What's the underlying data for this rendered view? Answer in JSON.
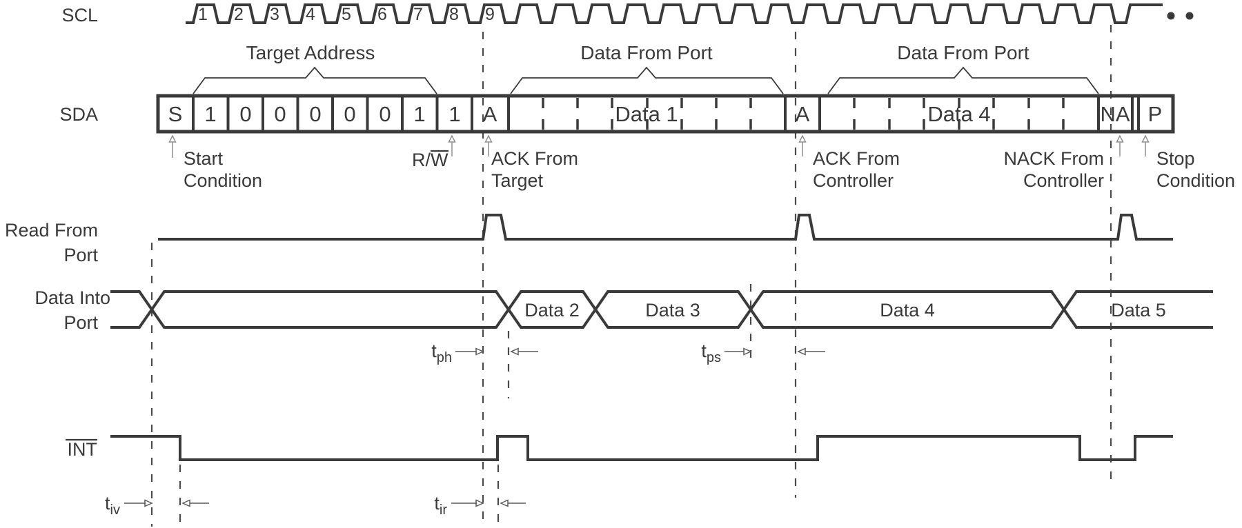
{
  "colors": {
    "line": "#3a3a3a",
    "text": "#3a3a3a",
    "dashed_guide": "#4a4a4a",
    "pointer_arrow": "#8f8f8f",
    "background": "#ffffff"
  },
  "signals": {
    "scl": {
      "label": "SCL",
      "clock_numbers": [
        "1",
        "2",
        "3",
        "4",
        "5",
        "6",
        "7",
        "8",
        "9"
      ],
      "continuation": "two-dots"
    },
    "sda": {
      "label": "SDA",
      "cells": [
        "S",
        "1",
        "0",
        "0",
        "0",
        "0",
        "0",
        "1",
        "1",
        "A",
        "Data 1",
        "A",
        "Data 4",
        "NA",
        "P"
      ]
    },
    "read_from_port": {
      "label_line1": "Read From",
      "label_line2": "Port"
    },
    "data_into_port": {
      "label_line1": "Data Into",
      "label_line2": "Port",
      "segments": [
        "Data 2",
        "Data 3",
        "Data 4",
        "Data 5"
      ]
    },
    "int": {
      "label": "INT"
    }
  },
  "braces": {
    "target_address": "Target Address",
    "data_from_port_1": "Data From Port",
    "data_from_port_2": "Data From Port"
  },
  "annotations": {
    "start_condition_line1": "Start",
    "start_condition_line2": "Condition",
    "rw_label": "R/W",
    "ack_from_target_line1": "ACK From",
    "ack_from_target_line2": "Target",
    "ack_from_controller_line1": "ACK From",
    "ack_from_controller_line2": "Controller",
    "nack_from_controller_line1": "NACK From",
    "nack_from_controller_line2": "Controller",
    "stop_condition_line1": "Stop",
    "stop_condition_line2": "Condition"
  },
  "timing_markers": {
    "tph": {
      "base": "t",
      "sub": "ph"
    },
    "tps": {
      "base": "t",
      "sub": "ps"
    },
    "tiv": {
      "base": "t",
      "sub": "iv"
    },
    "tir": {
      "base": "t",
      "sub": "ir"
    }
  }
}
